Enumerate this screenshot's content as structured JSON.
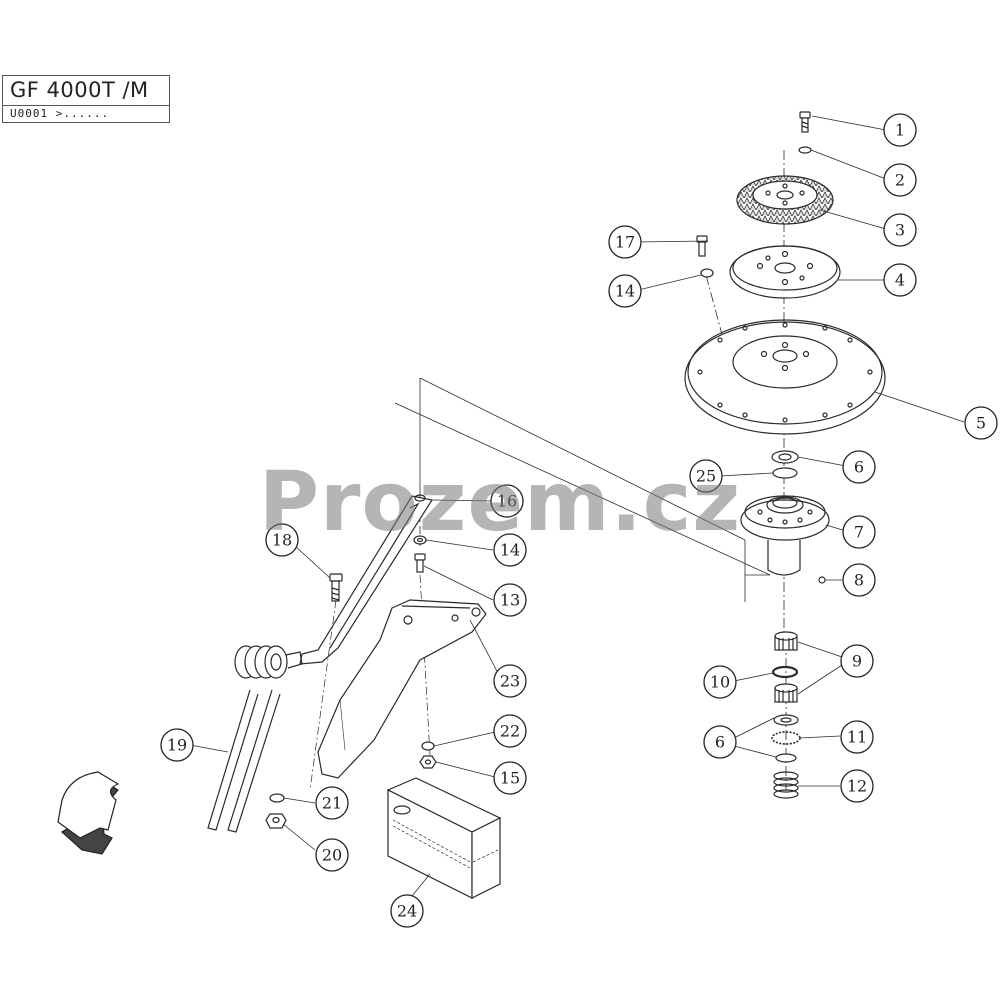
{
  "header": {
    "model": "GF 4000T /M",
    "code": "U0001   >......"
  },
  "watermark": "Prozem.cz",
  "colors": {
    "line": "#2a2a2a",
    "watermark": "#808080"
  },
  "callouts": [
    {
      "id": "1",
      "label": "1"
    },
    {
      "id": "2",
      "label": "2"
    },
    {
      "id": "3",
      "label": "3"
    },
    {
      "id": "4",
      "label": "4"
    },
    {
      "id": "5",
      "label": "5"
    },
    {
      "id": "6a",
      "label": "6"
    },
    {
      "id": "7",
      "label": "7"
    },
    {
      "id": "8",
      "label": "8"
    },
    {
      "id": "9",
      "label": "9"
    },
    {
      "id": "10",
      "label": "10"
    },
    {
      "id": "6b",
      "label": "6"
    },
    {
      "id": "11",
      "label": "11"
    },
    {
      "id": "12",
      "label": "12"
    },
    {
      "id": "13",
      "label": "13"
    },
    {
      "id": "14a",
      "label": "14"
    },
    {
      "id": "14b",
      "label": "14"
    },
    {
      "id": "15",
      "label": "15"
    },
    {
      "id": "16",
      "label": "16"
    },
    {
      "id": "17",
      "label": "17"
    },
    {
      "id": "18",
      "label": "18"
    },
    {
      "id": "19",
      "label": "19"
    },
    {
      "id": "20",
      "label": "20"
    },
    {
      "id": "21",
      "label": "21"
    },
    {
      "id": "22",
      "label": "22"
    },
    {
      "id": "23",
      "label": "23"
    },
    {
      "id": "24",
      "label": "24"
    },
    {
      "id": "25",
      "label": "25"
    }
  ]
}
